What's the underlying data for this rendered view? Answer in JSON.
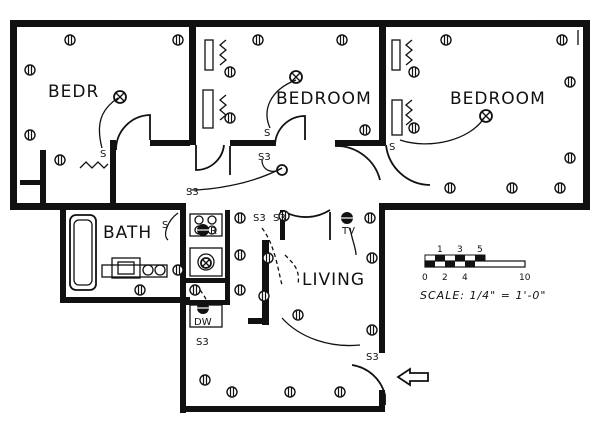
{
  "rooms": {
    "bedroom_left": "BEDR",
    "bedroom_middle": "BEDROOM",
    "bedroom_right": "BEDROOM",
    "bath": "BATH",
    "living": "LIVING"
  },
  "fixture_labels": {
    "refrigerator": "R",
    "dishwasher": "DW",
    "tv": "TV"
  },
  "switch_labels": {
    "single": "S",
    "three_way": "S3"
  },
  "scale": {
    "top_ticks": [
      "1",
      "3",
      "5"
    ],
    "bottom_ticks": [
      "0",
      "2",
      "4",
      "10"
    ],
    "text": "SCALE: 1/4\" = 1'-0\""
  }
}
